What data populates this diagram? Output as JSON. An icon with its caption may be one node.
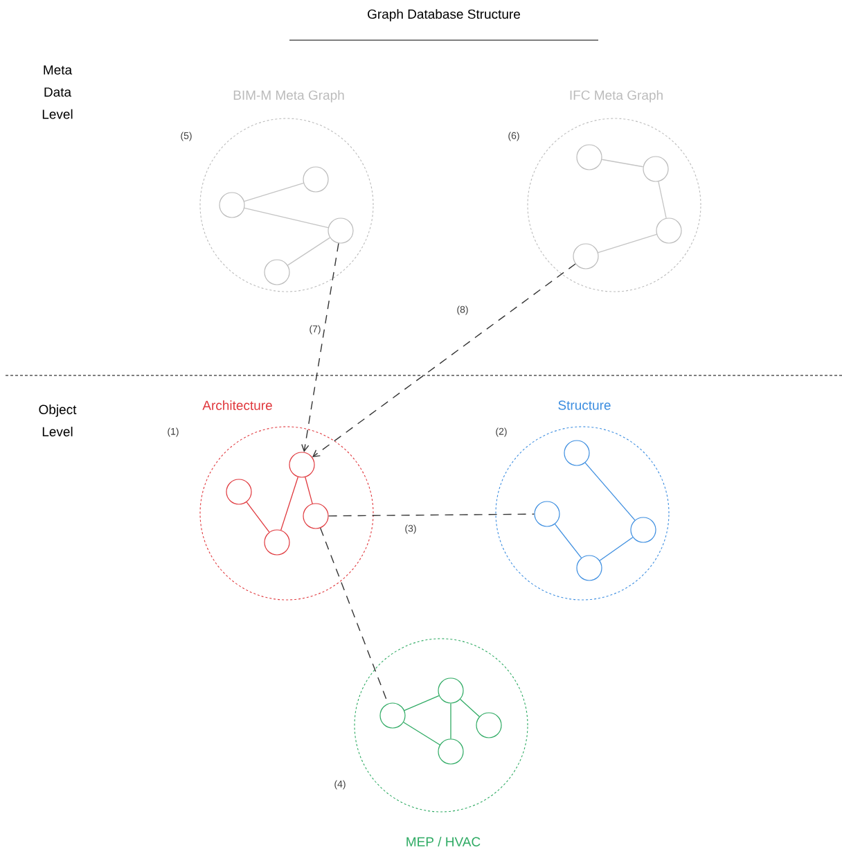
{
  "diagram": {
    "title": "Graph Database Structure",
    "nodes": [
      {
        "text": [
          "BIM-M Meta Graph"
        ],
        "beside": [
          "(5)"
        ]
      },
      {
        "text": [],
        "shape": "circle",
        "in": 0
      },
      {
        "text": [],
        "shape": "circle",
        "in": 0
      },
      {
        "text": [],
        "shape": "circle",
        "in": 0
      },
      {
        "text": [],
        "shape": "circle",
        "in": 0
      },
      {
        "text": [
          "IFC Meta Graph"
        ],
        "beside": [
          "(6)"
        ]
      },
      {
        "text": [],
        "shape": "circle",
        "in": 5
      },
      {
        "text": [],
        "shape": "circle",
        "in": 5
      },
      {
        "text": [],
        "shape": "circle",
        "in": 5
      },
      {
        "text": [],
        "shape": "circle",
        "in": 5
      },
      {
        "text": [
          "Architecture"
        ],
        "beside": [
          "(1)"
        ]
      },
      {
        "text": [],
        "shape": "circle",
        "in": 10
      },
      {
        "text": [],
        "shape": "circle",
        "in": 10
      },
      {
        "text": [],
        "shape": "circle",
        "in": 10
      },
      {
        "text": [],
        "shape": "circle",
        "in": 10
      },
      {
        "text": [
          "Structure"
        ],
        "beside": [
          "(2)"
        ]
      },
      {
        "text": [],
        "shape": "circle",
        "in": 15
      },
      {
        "text": [],
        "shape": "circle",
        "in": 15
      },
      {
        "text": [],
        "shape": "circle",
        "in": 15
      },
      {
        "text": [],
        "shape": "circle",
        "in": 15
      },
      {
        "text": [
          "MEP / HVAC"
        ],
        "beside": [
          "(4)"
        ]
      },
      {
        "text": [],
        "shape": "circle",
        "in": 20
      },
      {
        "text": [],
        "shape": "circle",
        "in": 20
      },
      {
        "text": [],
        "shape": "circle",
        "in": 20
      },
      {
        "text": [],
        "shape": "circle",
        "in": 20
      }
    ],
    "edges": [
      {
        "from": 1,
        "to": 3,
        "arrow": "none",
        "color": "#c4c4c4"
      },
      {
        "from": 1,
        "to": 4,
        "arrow": "none",
        "color": "#c4c4c4"
      },
      {
        "from": 2,
        "to": 4,
        "arrow": "none",
        "color": "#c4c4c4"
      },
      {
        "from": 7,
        "to": 8,
        "arrow": "none",
        "color": "#c4c4c4"
      },
      {
        "from": 8,
        "to": 9,
        "arrow": "none",
        "color": "#c4c4c4"
      },
      {
        "from": 9,
        "to": 6,
        "arrow": "none",
        "color": "#c4c4c4"
      },
      {
        "from": 11,
        "to": 12,
        "arrow": "none",
        "color": "#e0393e"
      },
      {
        "from": 12,
        "to": 13,
        "arrow": "none",
        "color": "#e0393e"
      },
      {
        "from": 13,
        "to": 14,
        "arrow": "none",
        "color": "#e0393e"
      },
      {
        "from": 17,
        "to": 19,
        "arrow": "none",
        "color": "#3d8ee0"
      },
      {
        "from": 19,
        "to": 18,
        "arrow": "none",
        "color": "#3d8ee0"
      },
      {
        "from": 18,
        "to": 16,
        "arrow": "none",
        "color": "#3d8ee0"
      },
      {
        "from": 21,
        "to": 22,
        "arrow": "none",
        "color": "#2eaa63"
      },
      {
        "from": 21,
        "to": 23,
        "arrow": "none",
        "color": "#2eaa63"
      },
      {
        "from": 22,
        "to": 23,
        "arrow": "none",
        "color": "#2eaa63"
      },
      {
        "from": 22,
        "to": 24,
        "arrow": "none",
        "color": "#2eaa63"
      },
      {
        "from": 4,
        "to": 13,
        "arrow": "to",
        "label": "(7)",
        "style": "dashed",
        "color": "#333333"
      },
      {
        "from": 6,
        "to": 13,
        "arrow": "to",
        "label": "(8)",
        "style": "dashed",
        "color": "#333333"
      },
      {
        "from": 14,
        "to": 16,
        "arrow": "none",
        "label": "(3)",
        "style": "dashed",
        "color": "#333333"
      },
      {
        "from": 14,
        "to": 21,
        "arrow": "none",
        "style": "dashed",
        "color": "#333333"
      }
    ],
    "labels": [
      "Meta Data Level",
      "Object Level"
    ]
  }
}
